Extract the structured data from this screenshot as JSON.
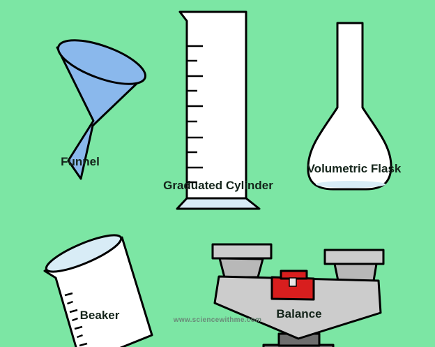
{
  "labels": {
    "funnel": "Funnel",
    "graduated_cylinder": "Graduated Cylinder",
    "volumetric_flask": "Volumetric Flask",
    "beaker": "Beaker",
    "balance": "Balance"
  },
  "footer": {
    "url": "www.sciencewithme.com"
  },
  "colors": {
    "background": "#7ce6a4",
    "funnel": "#8ab8ec",
    "glass": "#ffffff",
    "liquid": "#d8ecf6",
    "balance_light": "#cccccc",
    "balance_dark": "#6e6e6e",
    "weight": "#d81e1e"
  }
}
